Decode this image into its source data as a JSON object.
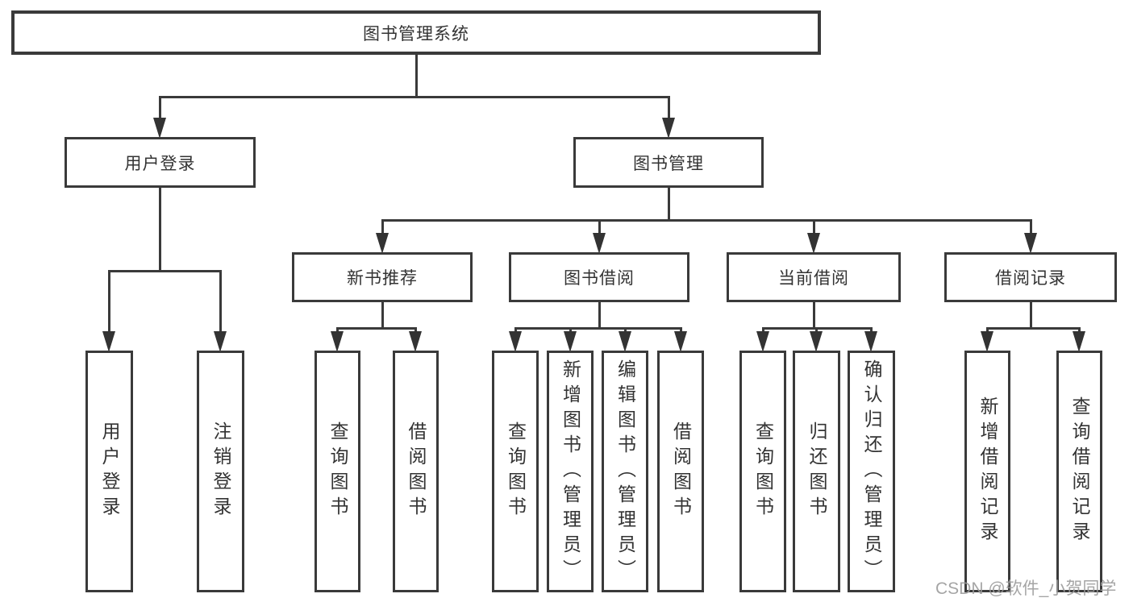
{
  "page": {
    "watermark": "CSDN @软件_小贺同学"
  },
  "colors": {
    "line": "#3a3a3a",
    "box_border": "#3a3a3a",
    "text": "#333333",
    "watermark": "#9c9c9c",
    "background": "#ffffff"
  },
  "tree": {
    "id": "root",
    "label": "图书管理系统",
    "children": [
      {
        "id": "user-login",
        "label": "用户登录",
        "children": [
          {
            "id": "leaf-user-login",
            "label": "用户登录"
          },
          {
            "id": "leaf-logout",
            "label": "注销登录"
          }
        ]
      },
      {
        "id": "book-mgmt",
        "label": "图书管理",
        "children": [
          {
            "id": "new-rec",
            "label": "新书推荐",
            "children": [
              {
                "id": "nr-query",
                "label": "查询图书"
              },
              {
                "id": "nr-borrow",
                "label": "借阅图书"
              }
            ]
          },
          {
            "id": "book-borrow",
            "label": "图书借阅",
            "children": [
              {
                "id": "bb-query",
                "label": "查询图书"
              },
              {
                "id": "bb-add",
                "label": "新增图书（管理员）"
              },
              {
                "id": "bb-edit",
                "label": "编辑图书（管理员）"
              },
              {
                "id": "bb-borrow",
                "label": "借阅图书"
              }
            ]
          },
          {
            "id": "current-borrow",
            "label": "当前借阅",
            "children": [
              {
                "id": "cb-query",
                "label": "查询图书"
              },
              {
                "id": "cb-return",
                "label": "归还图书"
              },
              {
                "id": "cb-confirm",
                "label": "确认归还（管理员）"
              }
            ]
          },
          {
            "id": "borrow-record",
            "label": "借阅记录",
            "children": [
              {
                "id": "br-add",
                "label": "新增借阅记录"
              },
              {
                "id": "br-query",
                "label": "查询借阅记录"
              }
            ]
          }
        ]
      }
    ]
  }
}
